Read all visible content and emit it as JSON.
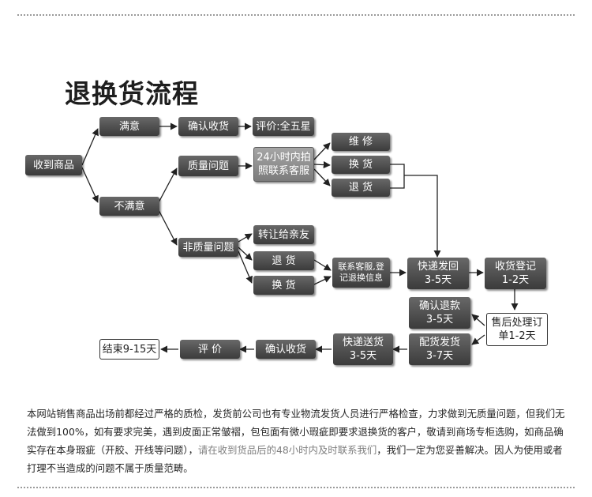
{
  "title": "退换货流程",
  "nodes": {
    "received": "收到商品",
    "satisfied": "满意",
    "confirm_receipt_top": "确认收货",
    "review_five_star": "评价:全五星",
    "unsatisfied": "不满意",
    "quality_issue": "质量问题",
    "contact_24h": "24小时内拍\n照联系客服",
    "repair": "维 修",
    "exchange_top": "换 货",
    "return_top": "退 货",
    "non_quality_issue": "非质量问题",
    "transfer_friend": "转让给亲友",
    "return_mid": "退 货",
    "exchange_mid": "换 货",
    "contact_register": "联系客服,登\n记退换信息",
    "express_return": "快递发回\n3-5天",
    "receipt_register": "收货登记\n1-2天",
    "confirm_refund": "确认退款\n3-5天",
    "after_sale": "售后处理订\n单1-2天",
    "ship_out": "配货发货\n3-7天",
    "express_delivery": "快递送货\n3-5天",
    "confirm_receipt_bottom": "确认收货",
    "review": "评 价",
    "end": "结束9-15天"
  },
  "note": {
    "text_main": "本网站销售商品出场前都经过严格的质检，发货前公司也有专业物流发货人员进行严格检查，力求做到无质量问题，但我们无法做到100%，如有要求完美，遇到皮面正常皱褶，包包面有微小瑕疵即要求退换货的客户，敬请到商场专柜选购，如商品确实存在本身瑕疵（开胶、开线等问题），",
    "text_gray": "请在收到货品后的48小时内及时联系我们",
    "text_end": "，我们一定为您妥善解决。因人为使用或者打理不当造成的问题不属于质量范畴。"
  }
}
